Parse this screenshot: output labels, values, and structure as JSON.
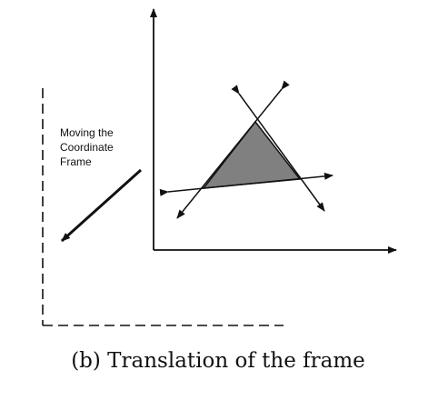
{
  "figure": {
    "label_lines": [
      "Moving the",
      "Coordinate",
      "Frame"
    ],
    "caption": "(b) Translation of the frame",
    "colors": {
      "ink": "#111111",
      "triangle_fill": "#808080",
      "background": "#ffffff"
    }
  }
}
